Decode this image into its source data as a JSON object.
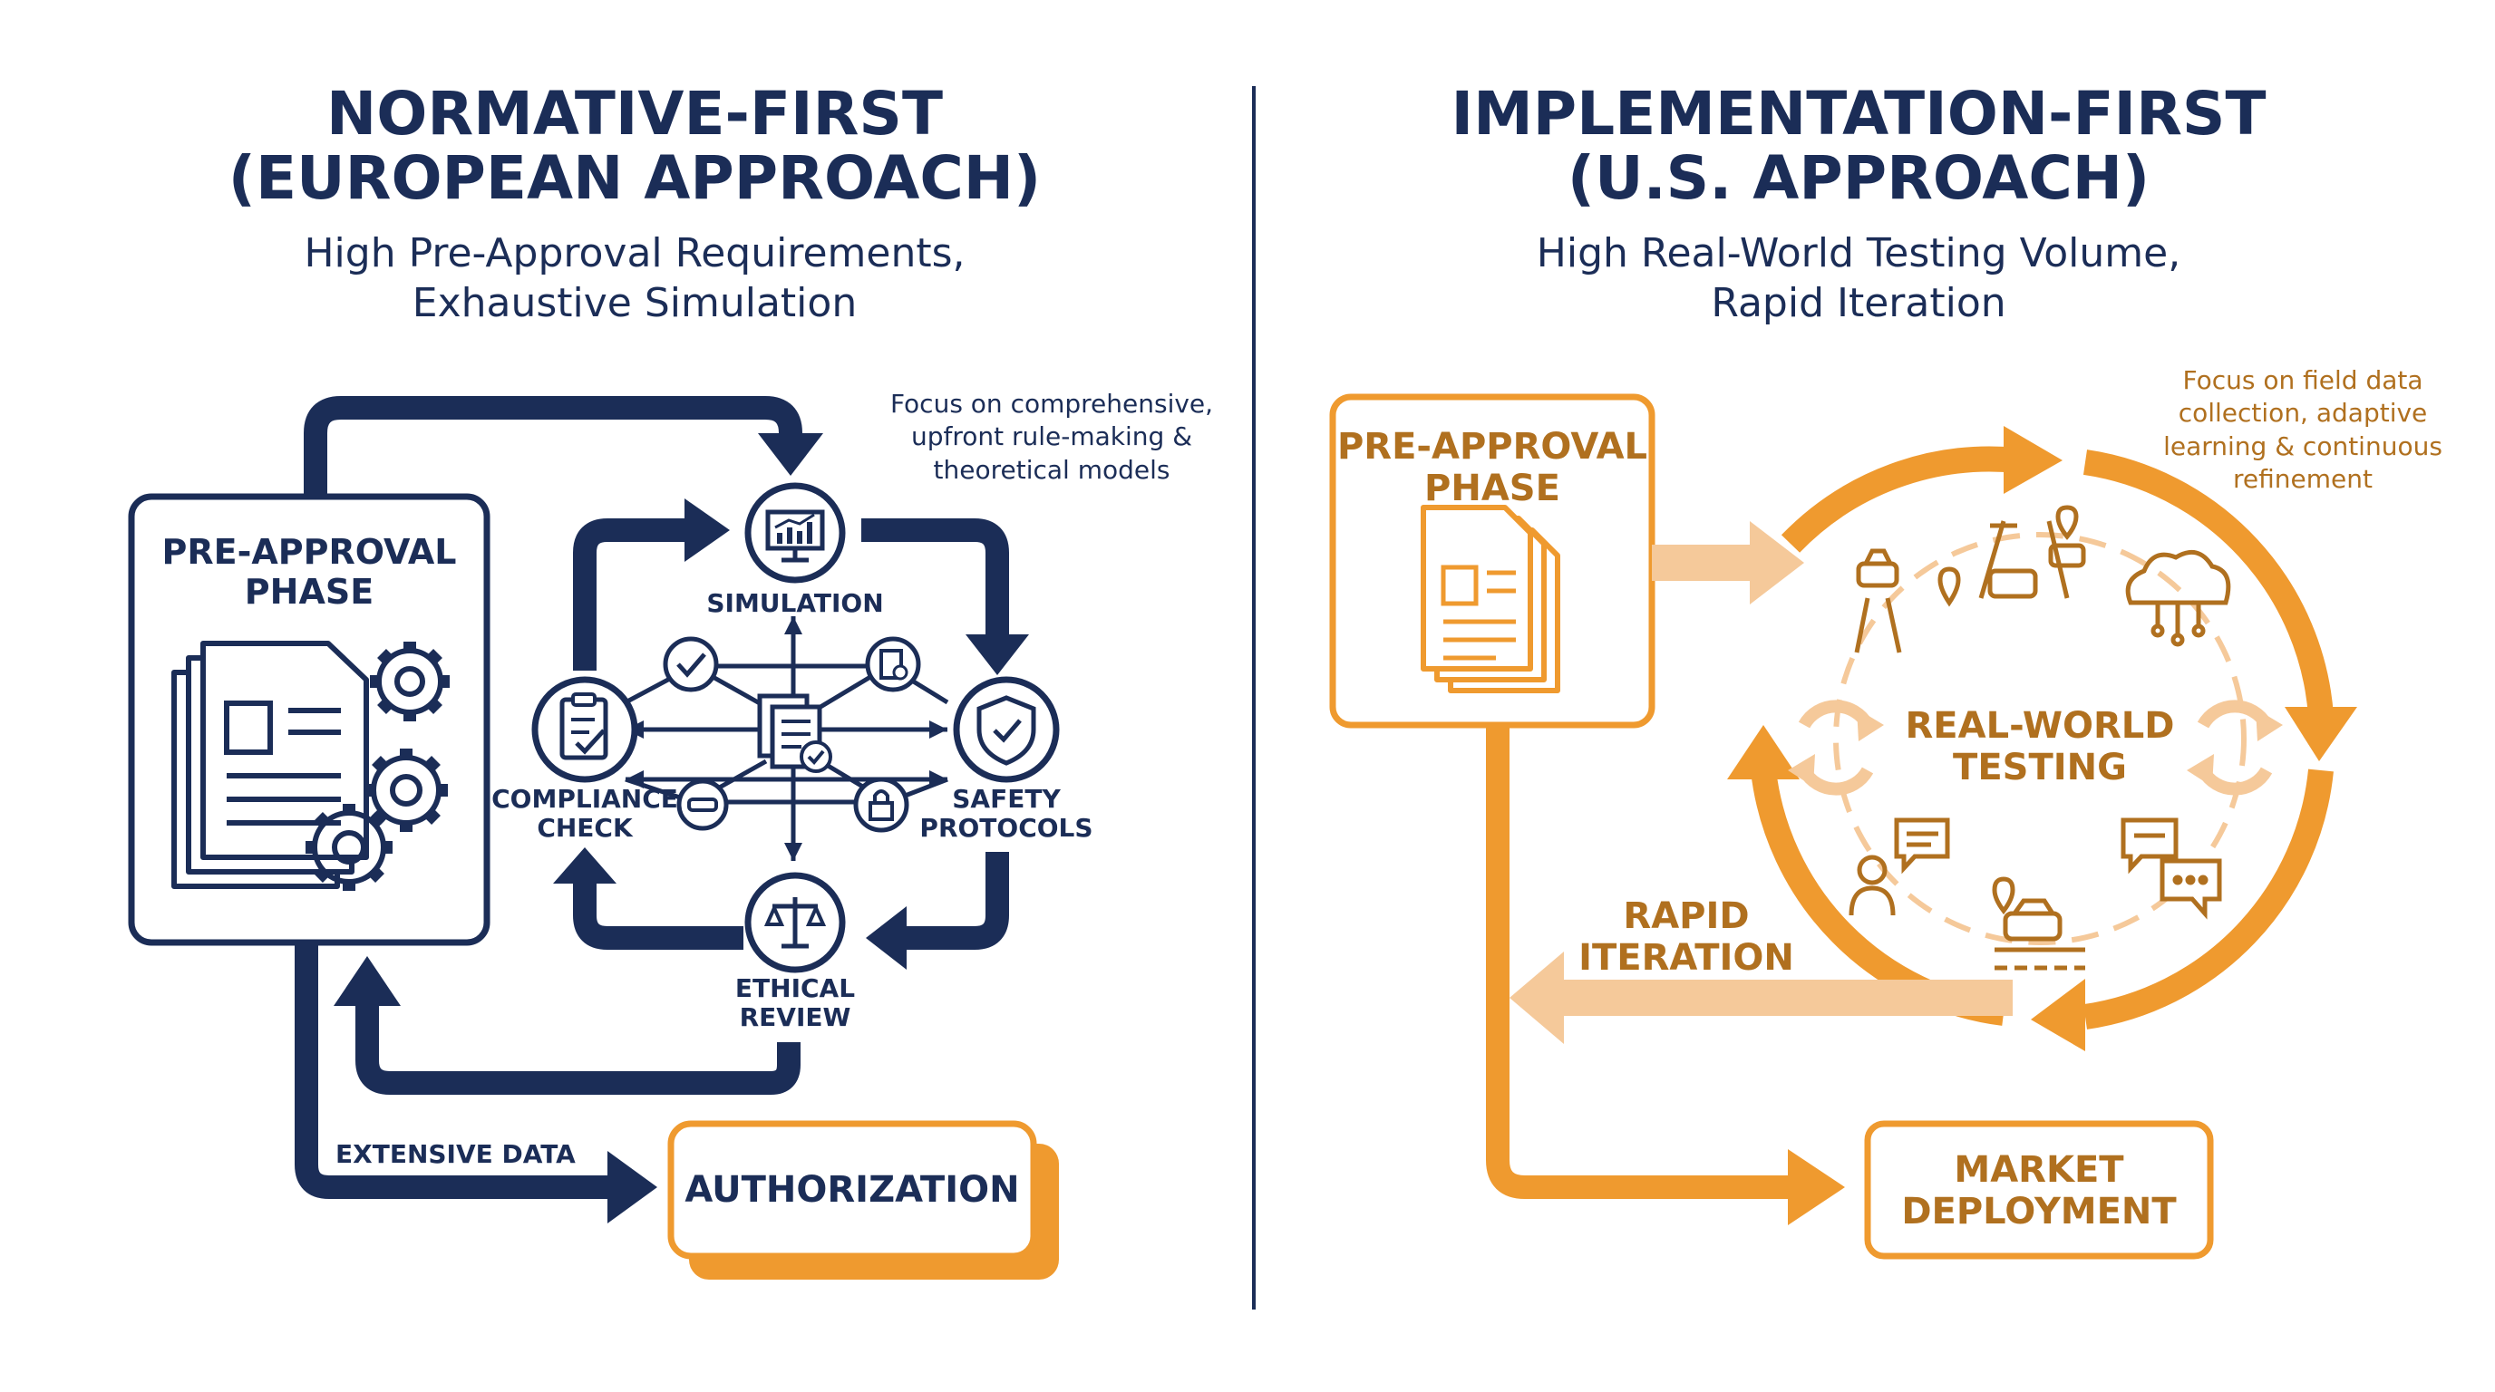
{
  "colors": {
    "navy": "#1b2d57",
    "orange": "#ef9a2f",
    "light_orange": "#f5c99a",
    "brown": "#b0701f"
  },
  "left": {
    "title_line1": "NORMATIVE-FIRST",
    "title_line2": "(EUROPEAN APPROACH)",
    "subtitle_line1": "High Pre-Approval Requirements,",
    "subtitle_line2": "Exhaustive Simulation",
    "note_line1": "Focus on comprehensive,",
    "note_line2": "upfront rule-making &",
    "note_line3": "theoretical models",
    "preapproval_line1": "PRE-APPROVAL",
    "preapproval_line2": "PHASE",
    "simulation": "SIMULATION",
    "compliance_line1": "COMPLIANCE",
    "compliance_line2": "CHECK",
    "safety_line1": "SAFETY",
    "safety_line2": "PROTOCOLS",
    "ethical_line1": "ETHICAL",
    "ethical_line2": "REVIEW",
    "extensive_data": "EXTENSIVE DATA",
    "authorization": "AUTHORIZATION"
  },
  "right": {
    "title_line1": "IMPLEMENTATION-FIRST",
    "title_line2": "(U.S. APPROACH)",
    "subtitle_line1": "High Real-World Testing Volume,",
    "subtitle_line2": "Rapid Iteration",
    "note_line1": "Focus on field data",
    "note_line2": "collection, adaptive",
    "note_line3": "learning & continuous",
    "note_line4": "refinement",
    "preapproval_line1": "PRE-APPROVAL",
    "preapproval_line2": "PHASE",
    "realworld_line1": "REAL-WORLD",
    "realworld_line2": "TESTING",
    "rapid_line1": "RAPID",
    "rapid_line2": "ITERATION",
    "market_line1": "MARKET",
    "market_line2": "DEPLOYMENT"
  }
}
